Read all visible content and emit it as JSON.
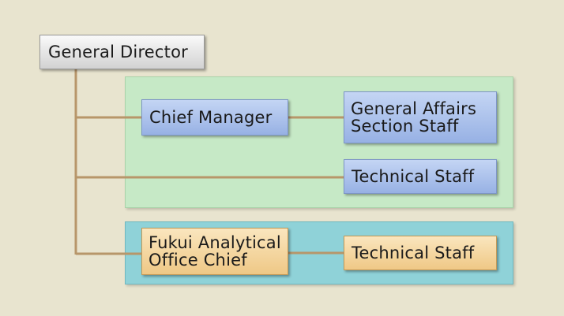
{
  "org_chart": {
    "general_director": "General Director",
    "chief_manager": "Chief Manager",
    "general_affairs": [
      "General Affairs",
      "Section Staff"
    ],
    "technical_staff_1": "Technical Staff",
    "fukui_office_chief": [
      "Fukui Analytical",
      "Office Chief"
    ],
    "technical_staff_2": "Technical Staff"
  },
  "colors": {
    "background": "#e8e4cf",
    "connector": "#b7966a",
    "green_panel": "#c6e9c6",
    "blue_panel": "#8fd2d8",
    "blue_box": "#a9c0ec",
    "orange_box": "#f3d49a",
    "gray_box": "#e8e8e8"
  }
}
